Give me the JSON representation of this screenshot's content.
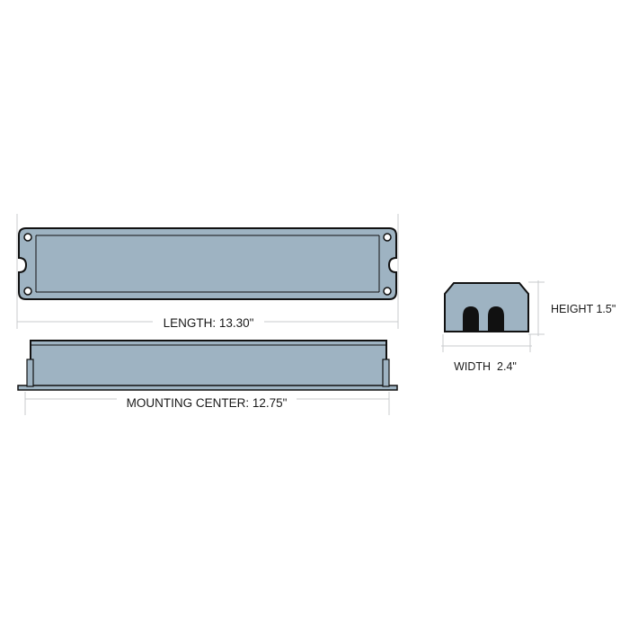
{
  "labels": {
    "length": "LENGTH: 13.30\"",
    "mounting_center": "MOUNTING CENTER: 12.75\"",
    "height": "HEIGHT 1.5\"",
    "width": "WIDTH  2.4\""
  },
  "colors": {
    "body": "#9eb3c2",
    "outline": "#111111",
    "dimension_line": "#c9cbcd",
    "background": "#ffffff"
  }
}
